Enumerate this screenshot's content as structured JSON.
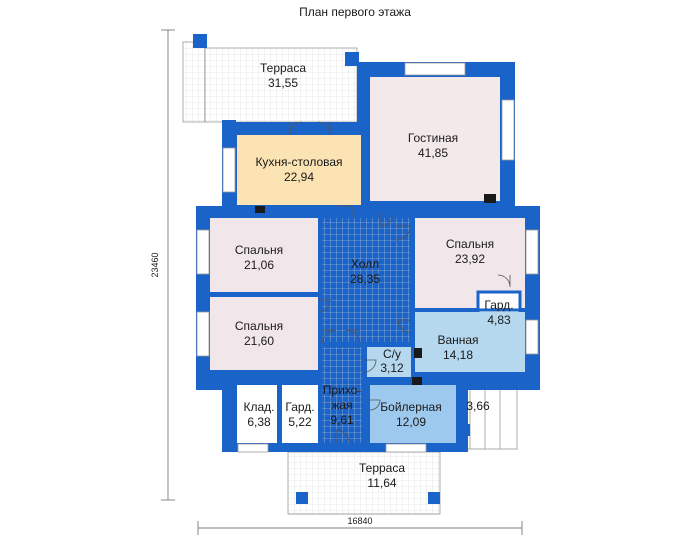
{
  "title": "План первого этажа",
  "dimensions": {
    "height": "23460",
    "width": "16840"
  },
  "colors": {
    "wall": "#1a63c8",
    "wall_inner": "#6fa6e6",
    "terrace": "#ededed",
    "kitchen": "#fbe3b3",
    "living": "#f3e9ea",
    "bedroom": "#f1e7ea",
    "hall": "#ffffff",
    "bath": "#b5d8ee",
    "boiler": "#9ec9ee",
    "grid": "#cfcfcf"
  },
  "rooms": {
    "terrace_top": {
      "name": "Терраса",
      "area": "31,55"
    },
    "living": {
      "name": "Гостиная",
      "area": "41,85"
    },
    "kitchen": {
      "name": "Кухня-столовая",
      "area": "22,94"
    },
    "bedroom_nw": {
      "name": "Спальня",
      "area": "21,06"
    },
    "hall": {
      "name": "Холл",
      "area": "28,35"
    },
    "bedroom_ne": {
      "name": "Спальня",
      "area": "23,92"
    },
    "wardrobe_e": {
      "name": "Гард.",
      "area": "4,83"
    },
    "bedroom_w": {
      "name": "Спальня",
      "area": "21,60"
    },
    "bath": {
      "name": "Ванная",
      "area": "14,18"
    },
    "wc": {
      "name": "С/у",
      "area": "3,12"
    },
    "entry": {
      "name_line1": "Прихо-",
      "name_line2": "жая",
      "area": "9,61"
    },
    "storage": {
      "name": "Клад.",
      "area": "6,38"
    },
    "wardrobe_s": {
      "name": "Гард.",
      "area": "5,22"
    },
    "boiler": {
      "name": "Бойлерная",
      "area": "12,09"
    },
    "porch": {
      "area": "3,66"
    },
    "terrace_bottom": {
      "name": "Терраса",
      "area": "11,64"
    }
  }
}
